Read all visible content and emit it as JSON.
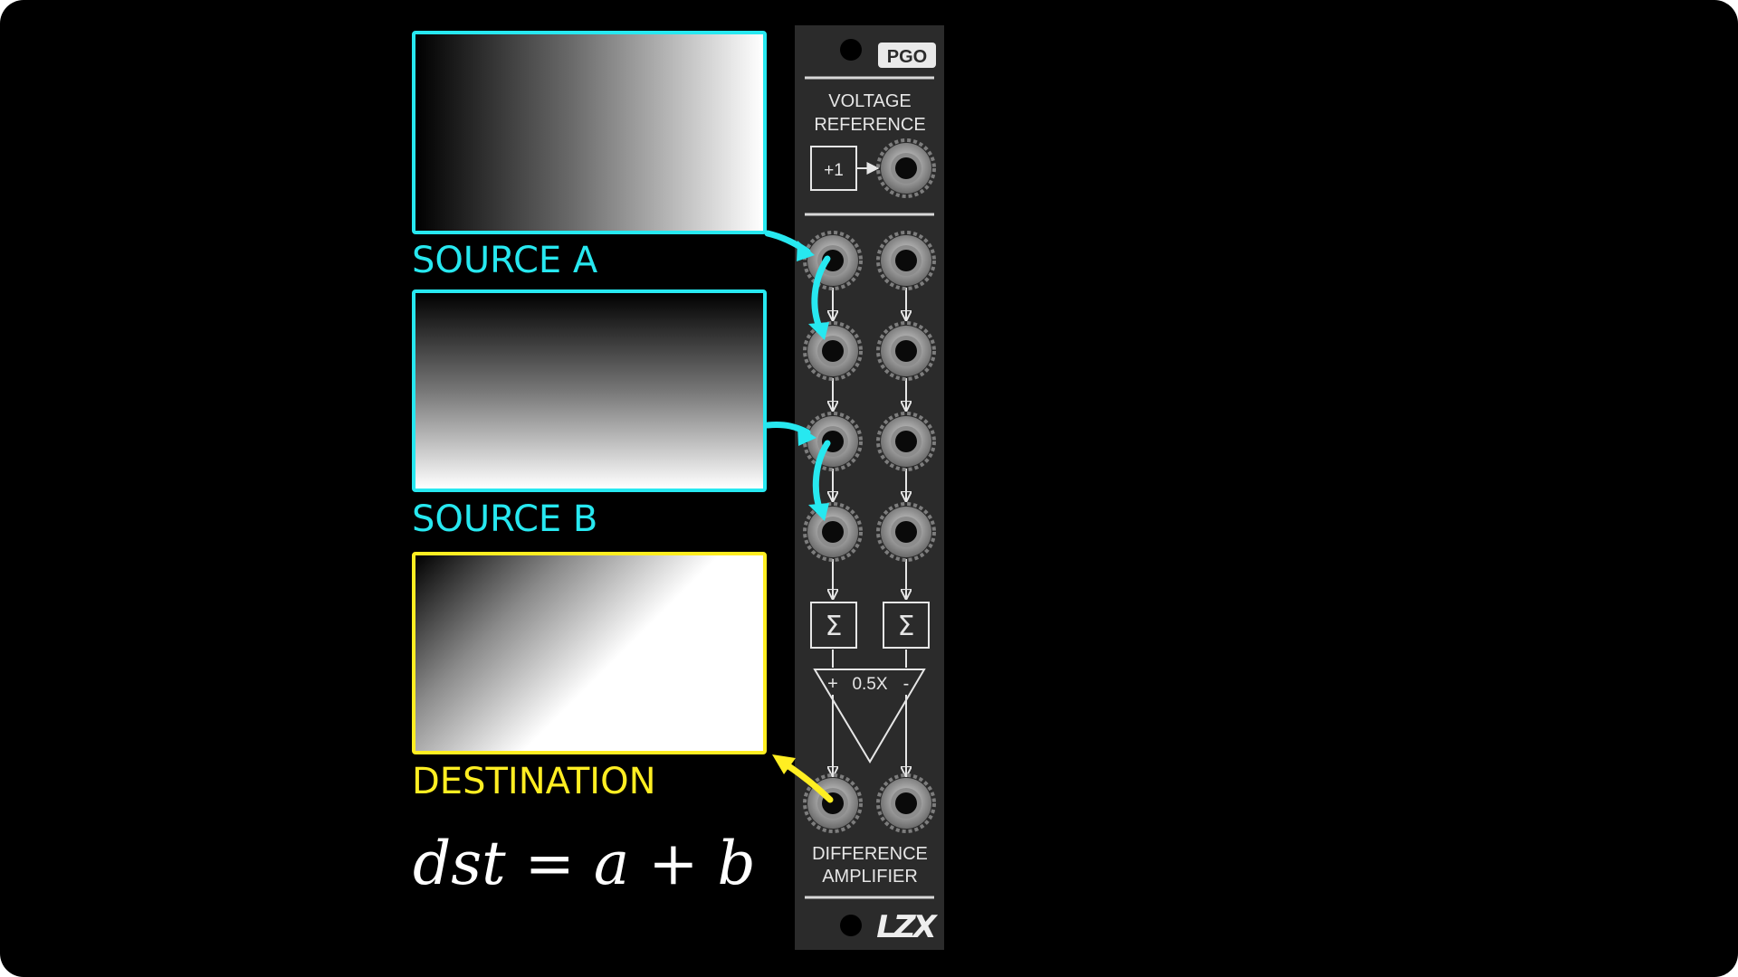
{
  "sources": {
    "a_label": "SOURCE A",
    "b_label": "SOURCE B",
    "dst_label": "DESTINATION",
    "formula": "dst = a + b"
  },
  "module": {
    "badge": "PGO",
    "ref_line1": "VOLTAGE",
    "ref_line2": "REFERENCE",
    "ref_block": "+1",
    "sum_symbol": "Σ",
    "amp_plus": "+",
    "amp_gain": "0.5X",
    "amp_minus": "-",
    "diff_line1": "DIFFERENCE",
    "diff_line2": "AMPLIFIER",
    "logo": "LZX"
  },
  "colors": {
    "source": "#27e8f0",
    "destination": "#ffee22",
    "panel": "#2b2b2b",
    "panel_line": "#d8d8d8"
  }
}
